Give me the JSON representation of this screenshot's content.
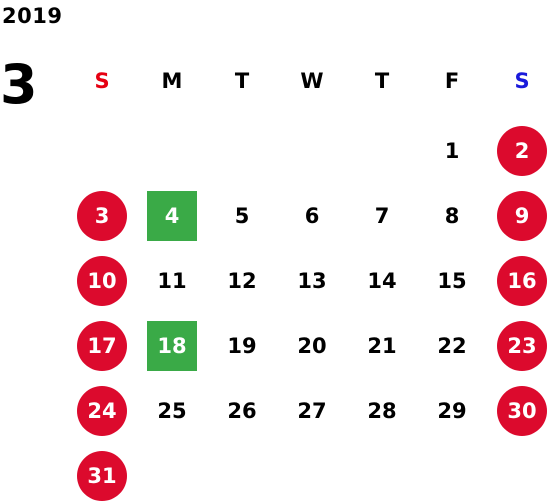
{
  "year": "2019",
  "month": "3",
  "weekdays": [
    "S",
    "M",
    "T",
    "W",
    "T",
    "F",
    "S"
  ],
  "colors": {
    "sunday": "#e60012",
    "saturday": "#1a1adb",
    "holiday_circle": "#dc0a2d",
    "highlight_square": "#3aaa47"
  },
  "weeks": [
    [
      "",
      "",
      "",
      "",
      "",
      "1",
      "2"
    ],
    [
      "3",
      "4",
      "5",
      "6",
      "7",
      "8",
      "9"
    ],
    [
      "10",
      "11",
      "12",
      "13",
      "14",
      "15",
      "16"
    ],
    [
      "17",
      "18",
      "19",
      "20",
      "21",
      "22",
      "23"
    ],
    [
      "24",
      "25",
      "26",
      "27",
      "28",
      "29",
      "30"
    ],
    [
      "31",
      "",
      "",
      "",
      "",
      "",
      ""
    ]
  ],
  "red_circle_days": [
    "2",
    "3",
    "9",
    "10",
    "16",
    "17",
    "23",
    "24",
    "30",
    "31"
  ],
  "green_square_days": [
    "4",
    "18"
  ]
}
